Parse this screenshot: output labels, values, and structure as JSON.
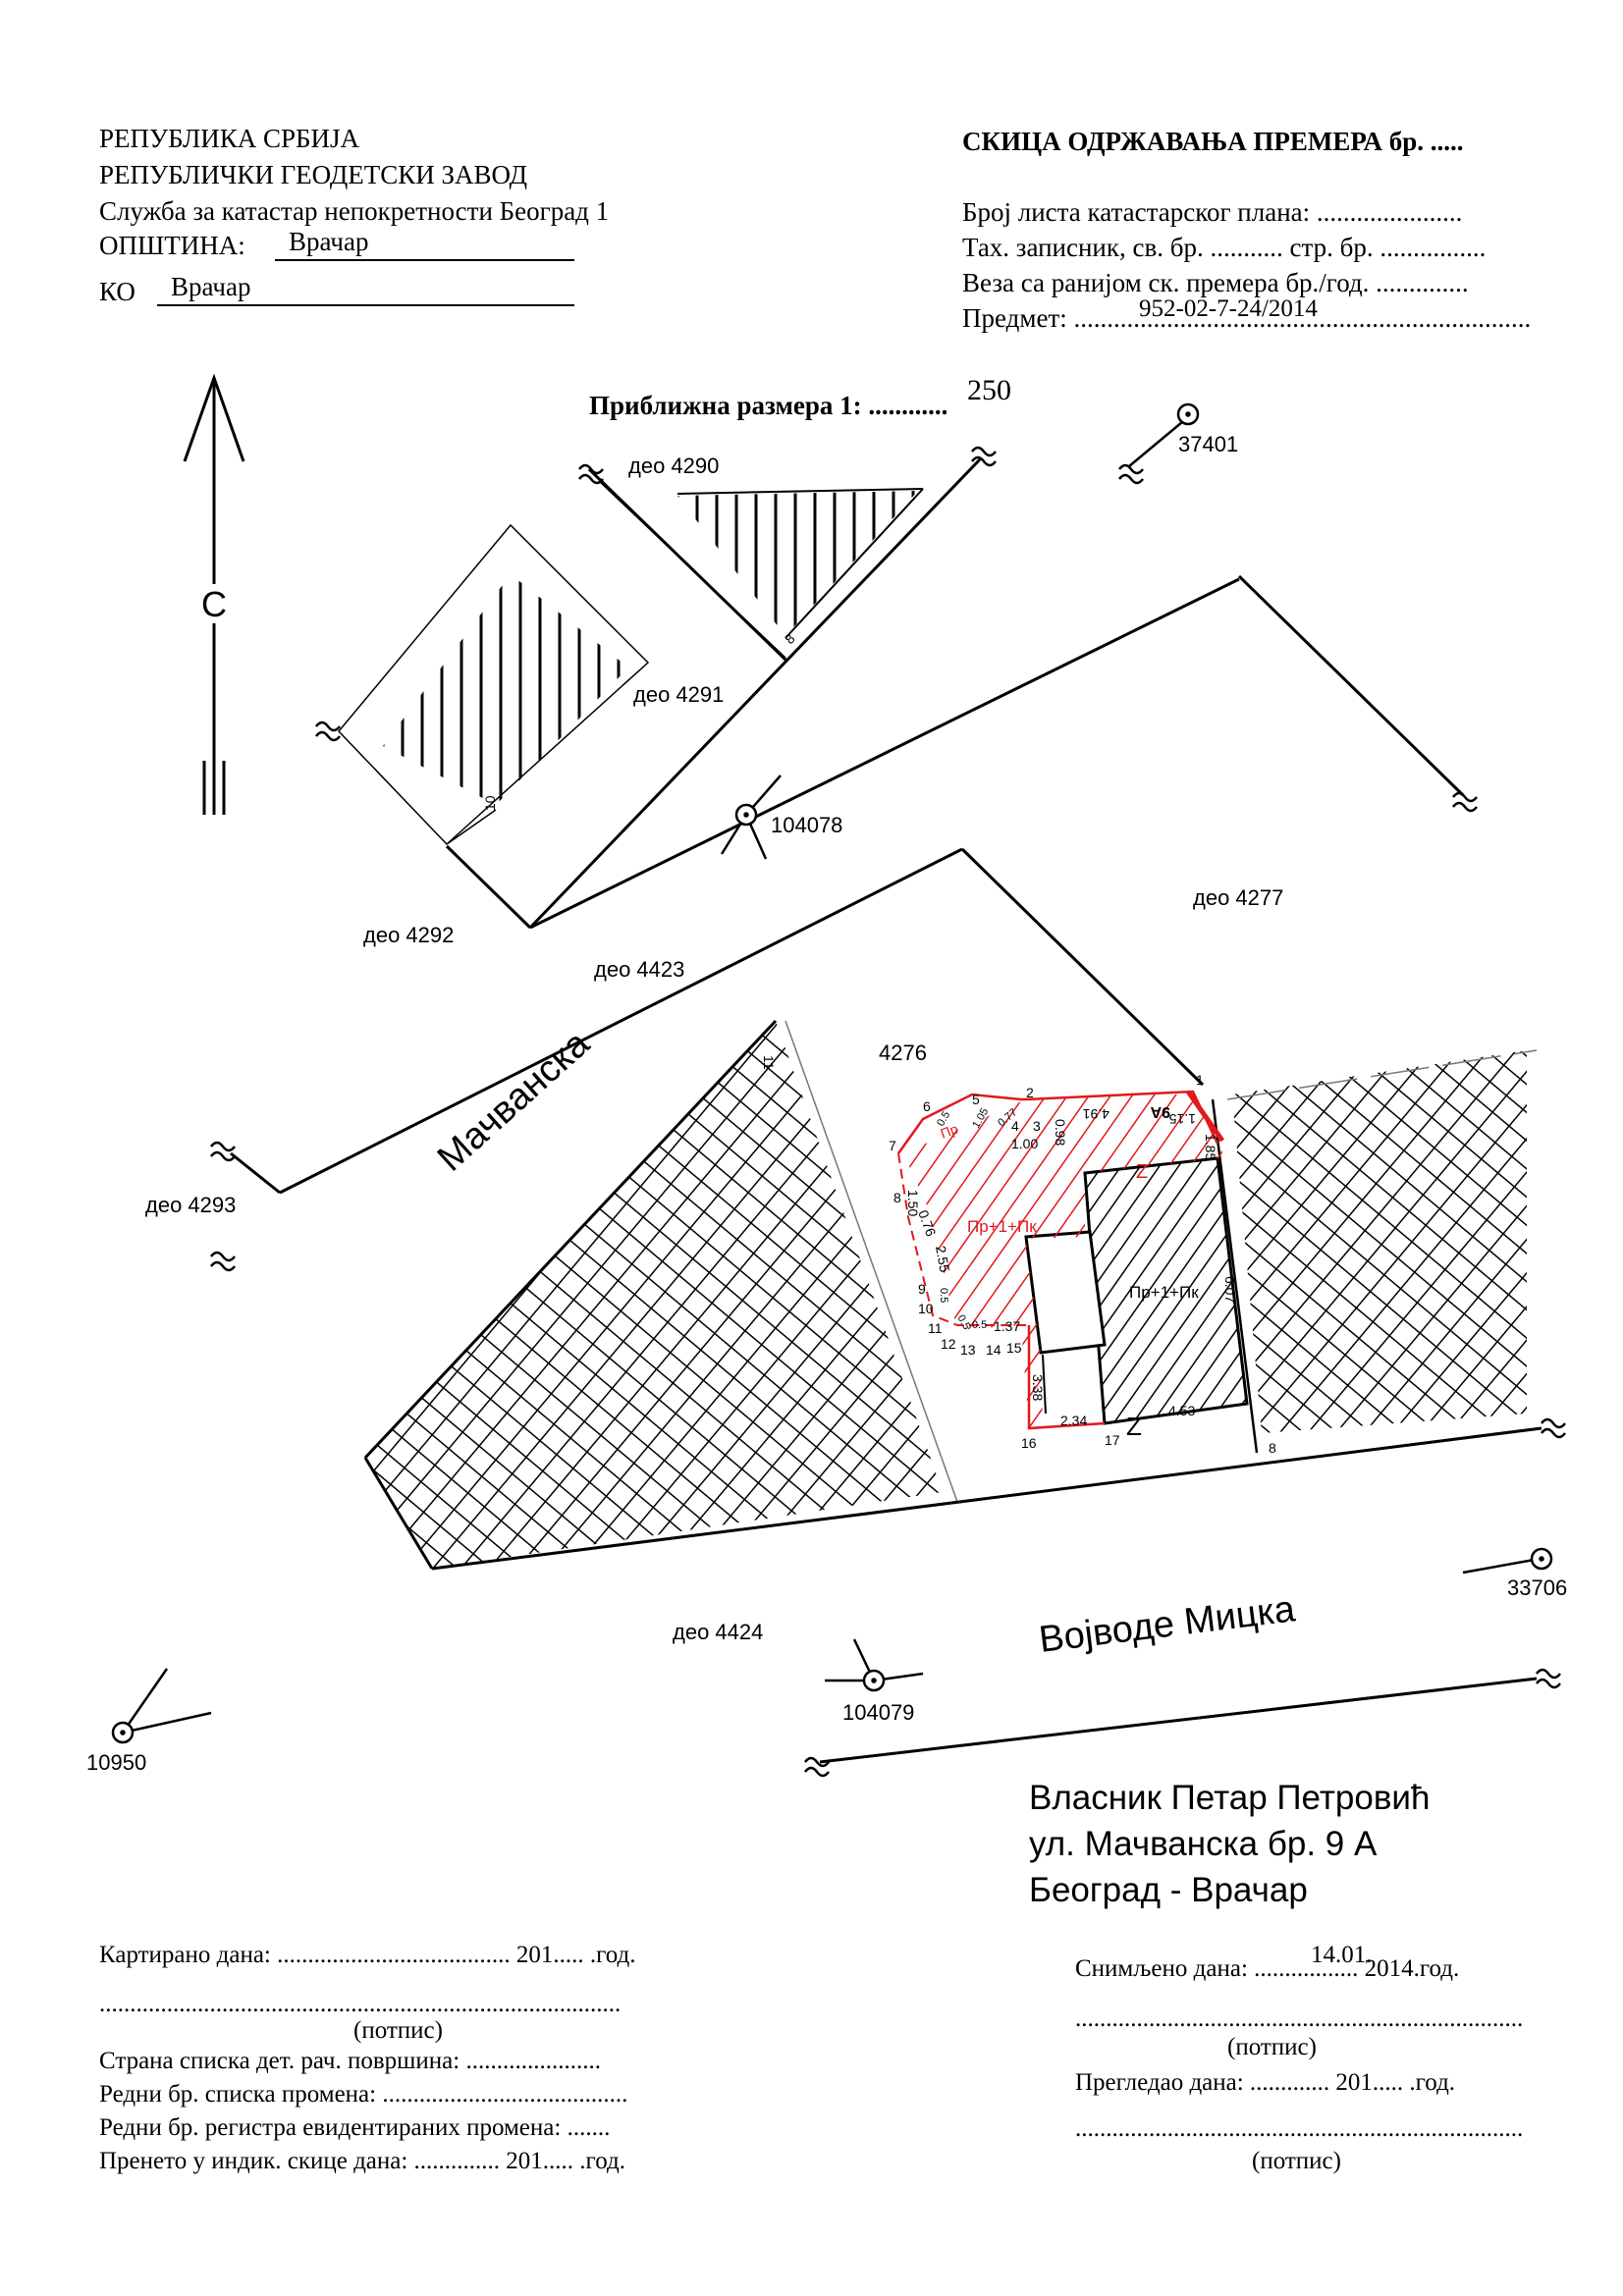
{
  "header_left": {
    "line1": "РЕПУБЛИКА СРБИЈА",
    "line2": "РЕПУБЛИЧКИ ГЕОДЕТСКИ ЗАВОД",
    "line3": "Служба за катастар непокретности Београд 1",
    "opstina_label": "ОПШТИНА:",
    "opstina_value": "Врачар",
    "ko_label": "КО",
    "ko_value": "Врачар"
  },
  "header_right": {
    "title": "СКИЦА ОДРЖАВАЊА ПРЕМЕРА бр. .....",
    "sheet_line": "Број листа катастарског плана: ......................",
    "tax_line": "Тах. записник, св. бр. ........... стр. бр. ................",
    "link_line": "Веза са ранијом ск. премера бр./год. ..............",
    "subject_label": "Предмет: .....................................................................",
    "subject_value": "952-02-7-24/2014"
  },
  "scale": {
    "label": "Приближна размера 1: ............",
    "value": "250"
  },
  "north": {
    "letter": "С"
  },
  "map": {
    "parcels": {
      "p4290": "део 4290",
      "p4291": "део 4291",
      "p4292": "део 4292",
      "p4293": "део 4293",
      "p4423": "део 4423",
      "p4424": "део 4424",
      "p4277": "део 4277",
      "p4276": "4276"
    },
    "streets": {
      "macvanska": "Мачванска",
      "vojvode": "Војводе Мицка"
    },
    "points": {
      "pt37401": "37401",
      "pt104078": "104078",
      "pt104079": "104079",
      "pt33706": "33706",
      "pt10950": "10950"
    },
    "measures": {
      "m8": "8",
      "m10": "10",
      "m11": "11",
      "m491": "4.91",
      "m9a": "9А",
      "m115": "1.15",
      "m185": "1.85",
      "m098": "0.98",
      "m100": "1.00",
      "m150": "1.50",
      "m076": "0.76",
      "m255": "2.55",
      "m137": "1.37",
      "m338": "3.38",
      "m234": "2.34",
      "m453": "4.53",
      "m607": "6.07",
      "m05a": "0.5",
      "m05b": "0.5",
      "m05c": "0.5",
      "mvo5": "0.5",
      "m105": "1.05",
      "m077": "0.77"
    },
    "vertices": [
      "1",
      "2",
      "3",
      "4",
      "5",
      "6",
      "7",
      "8",
      "9",
      "10",
      "11",
      "12",
      "13",
      "14",
      "15",
      "16",
      "17",
      "8"
    ],
    "building_label_new": "Пр+1+Пк",
    "building_label_old": "Пр+1+Пк",
    "z_mark": "Z",
    "pr_mark": "Пр"
  },
  "owner": {
    "line1": "Власник Петар Петровић",
    "line2": "ул. Мачванска бр. 9 А",
    "line3": "Београд - Врачар"
  },
  "footer_left": {
    "mapped": "Картирано дана: ...................................... 201..... .год.",
    "dots": ".....................................................................................",
    "sign": "(потпис)",
    "list_page": "Страна списка дет. рач. површина: ......................",
    "change_no": "Редни бр. списка промена: ........................................",
    "register_no": "Редни бр. регистра евидентираних промена: .......",
    "transferred": "Пренето у индик. скице дана: .............. 201..... .год."
  },
  "footer_right": {
    "surveyed": "Снимљено дана: ................. 2014.год.",
    "surveyed_date": "14.01.",
    "dots": ".........................................................................",
    "sign": "(потпис)",
    "reviewed": "Прегледао дана: ............. 201..... .год.",
    "dots2": ".........................................................................",
    "sign2": "(потпис)"
  },
  "colors": {
    "ink": "#000000",
    "red": "#e0191e",
    "grey": "#777777"
  }
}
